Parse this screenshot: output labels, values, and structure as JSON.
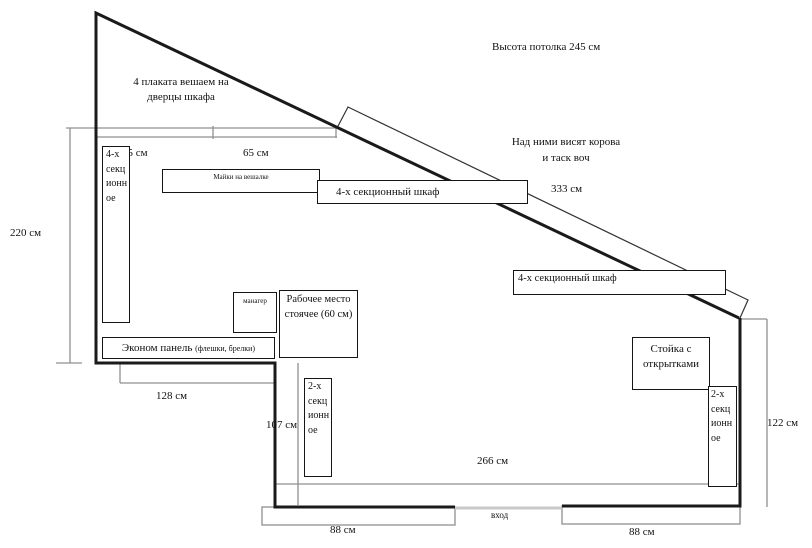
{
  "notes": {
    "ceiling": "Высота потолка 245 см",
    "posters": [
      "4 плаката вешаем на",
      "дверцы шкафа"
    ],
    "hanging_above": [
      "Над ними висят корова",
      "и таск воч"
    ]
  },
  "dimensions": {
    "wall_left_height": "220 см",
    "top_segment_1": "65 см",
    "top_segment_2": "65 см",
    "diagonal_wall": "333 см",
    "bottom_left_wall": "128 см",
    "step_wall": "107 см",
    "bottom_middle_wall": "266 см",
    "right_wall": "122 см",
    "door_section_left": "88 см",
    "door_section_right": "88 см"
  },
  "furniture": {
    "cabinet4_tall": [
      "4-х",
      "секц",
      "ионн",
      "ое"
    ],
    "shirts_rack": "Майки на вешалке",
    "cabinet4_a": "4-х секционный шкаф",
    "cabinet4_b": "4-х секционный шкаф",
    "manager": "манагер",
    "workplace": [
      "Рабочее место",
      "стоячее (60 см)"
    ],
    "econom_panel": "Эконом панель",
    "econom_panel_note": "(флешки, брелки)",
    "cabinet2_a": [
      "2-х",
      "секц",
      "ионн",
      "ое"
    ],
    "postcards_stand": [
      "Стойка с",
      "открытками"
    ],
    "cabinet2_b": [
      "2-х",
      "секц",
      "ионн",
      "ое"
    ],
    "entrance": "вход"
  },
  "colors": {
    "wall": "#1a1a1a",
    "dimension_line": "#909090",
    "background": "#ffffff"
  }
}
